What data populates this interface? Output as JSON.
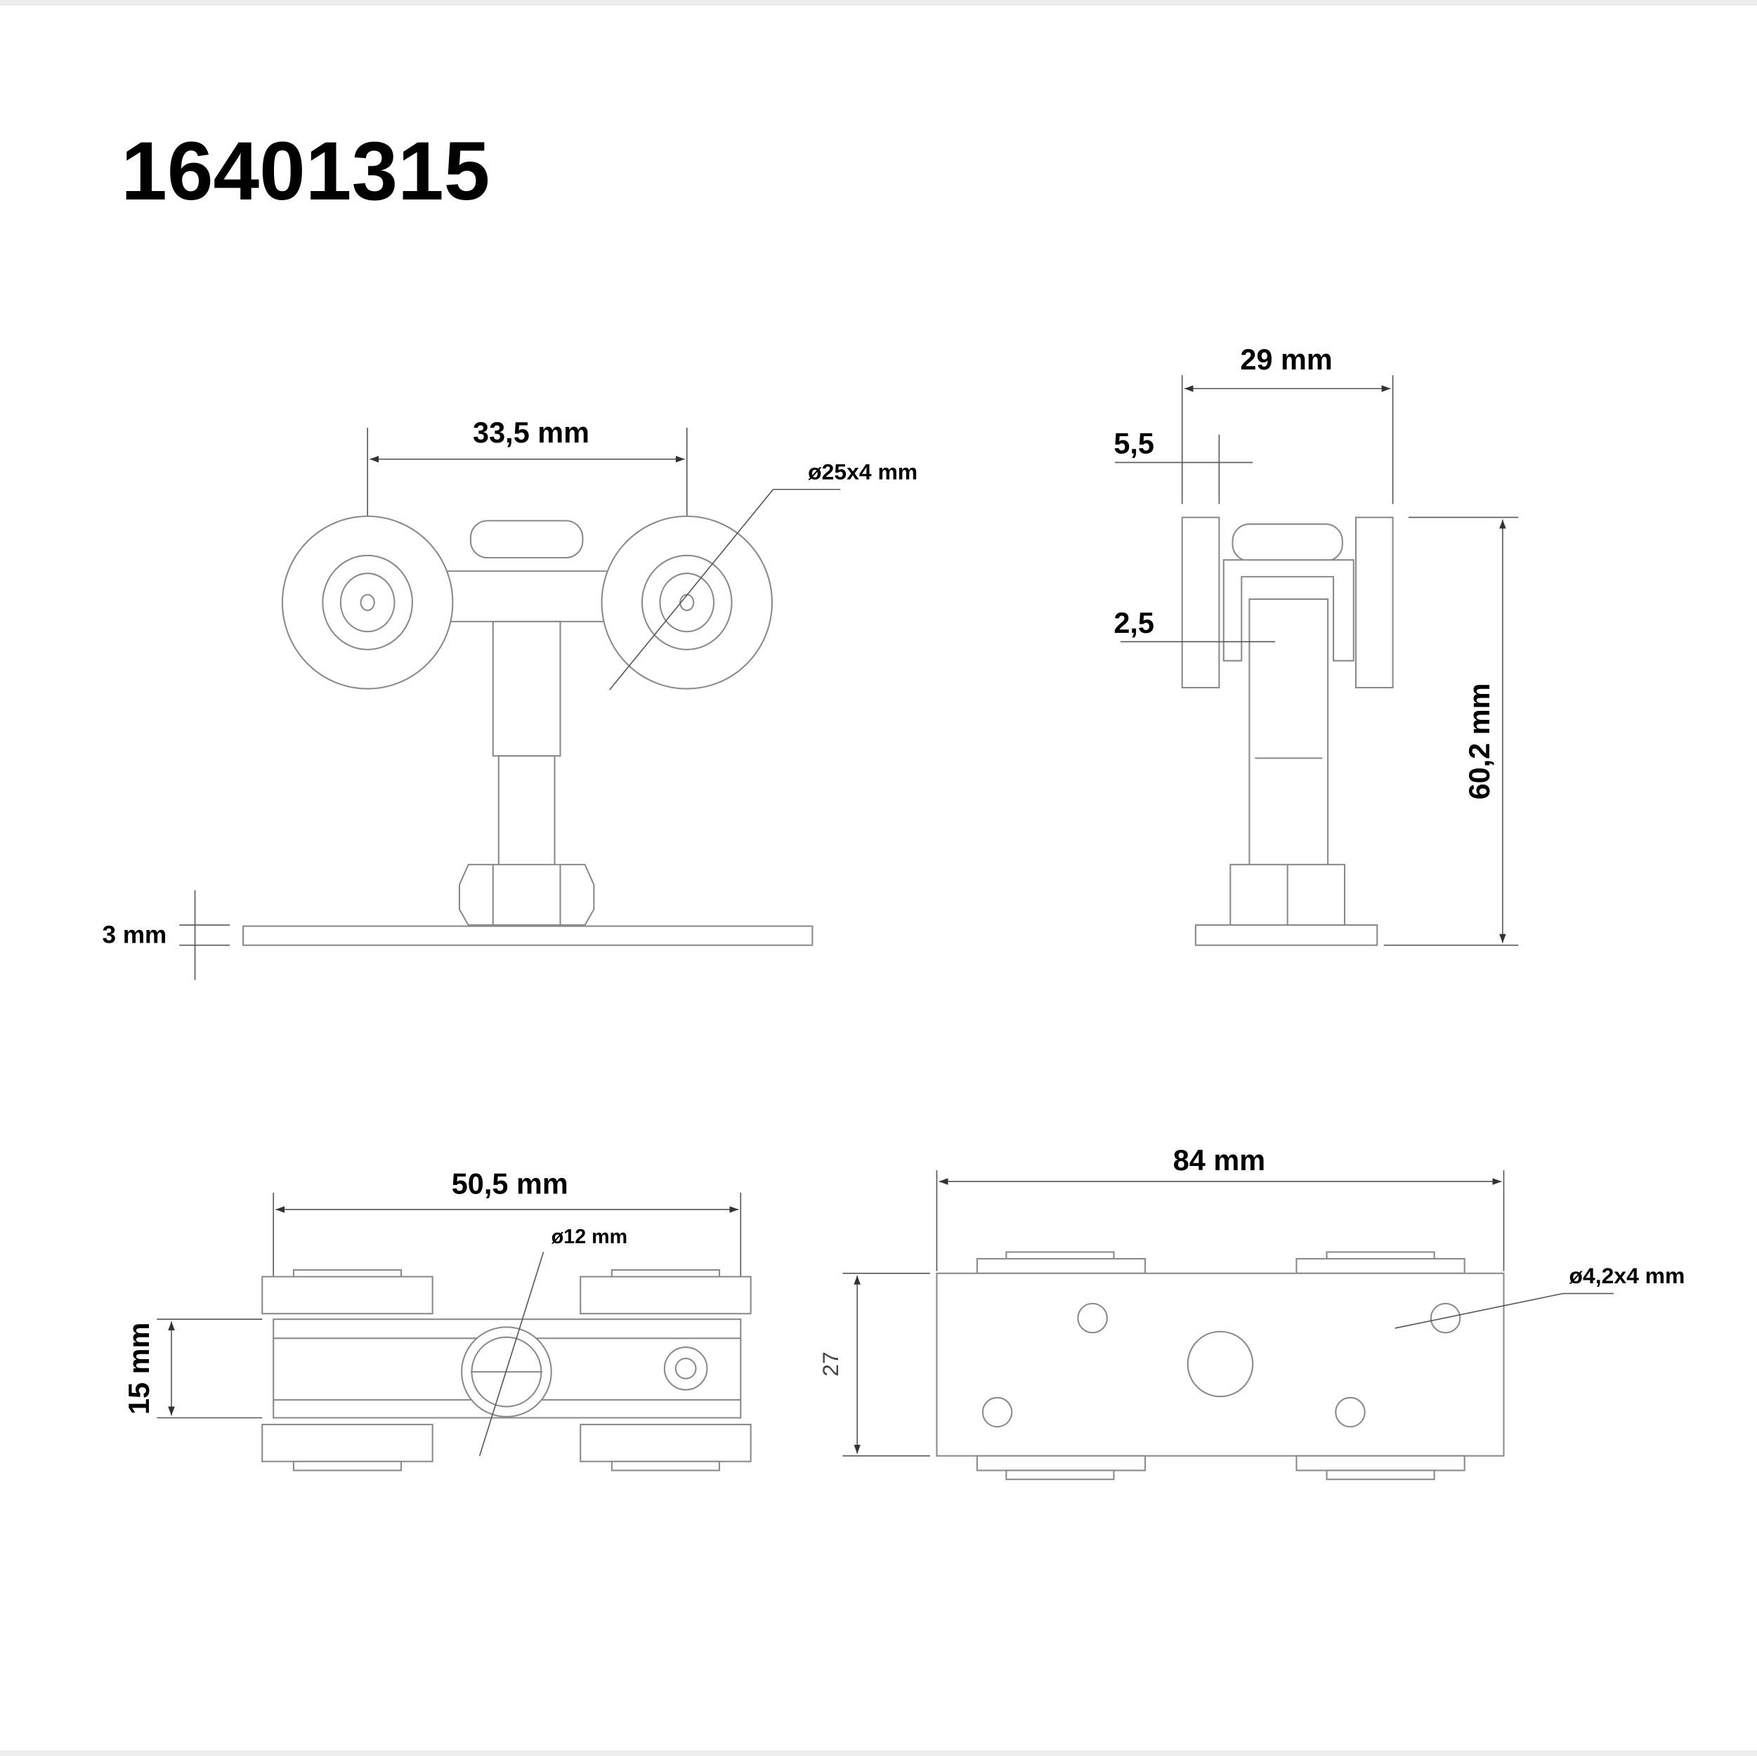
{
  "title": "16401315",
  "front_view": {
    "wheel_spacing": "33,5 mm",
    "wheel_diameter": "ø25x4 mm",
    "plate_thickness": "3 mm"
  },
  "side_view": {
    "width": "29 mm",
    "wheel_width": "5,5",
    "gap": "2,5",
    "height": "60,2 mm"
  },
  "top_view": {
    "length": "50,5 mm",
    "bolt_diameter": "ø12 mm",
    "width": "15 mm"
  },
  "plate_view": {
    "length": "84 mm",
    "hole_diameter": "ø4,2x4 mm",
    "width": "27"
  }
}
